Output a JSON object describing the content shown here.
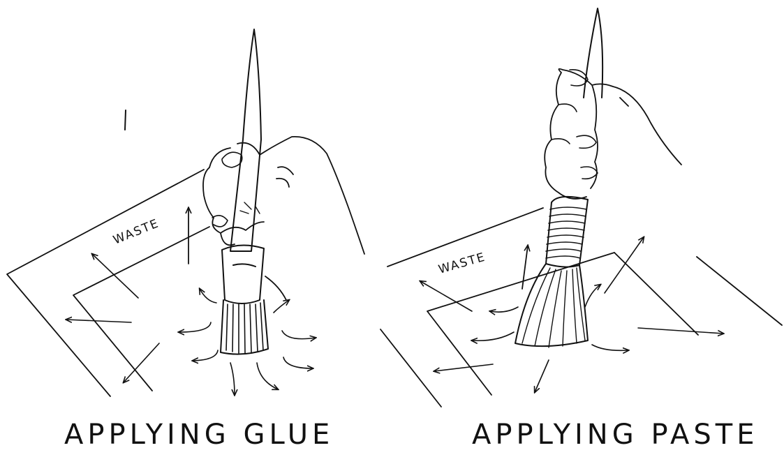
{
  "panels": [
    {
      "caption": "APPLYING GLUE",
      "label": "WASTE"
    },
    {
      "caption": "APPLYING PASTE",
      "label": "WASTE"
    }
  ],
  "mark": "1"
}
